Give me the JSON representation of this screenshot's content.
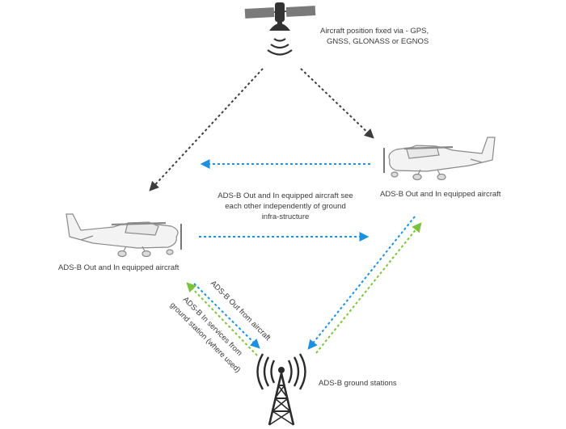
{
  "satellite": {
    "caption_lines": [
      "Aircraft position fixed via - GPS,",
      "GNSS, GLONASS or EGNOS"
    ]
  },
  "aircraft_right": {
    "label": "ADS-B Out and In equipped aircraft"
  },
  "aircraft_left": {
    "label": "ADS-B Out and In equipped aircraft"
  },
  "center_note": {
    "lines": [
      "ADS-B Out and In equipped aircraft see",
      "each other independently of ground",
      "infra-structure"
    ]
  },
  "ground": {
    "label": "ADS-B  ground stations"
  },
  "links": {
    "out_label": "ADS-B Out from aircraft",
    "in_label_lines": [
      "ADS-B In services from",
      "ground station (where used)"
    ]
  },
  "colors": {
    "satellite_link": "#3d3d3d",
    "ads_b_out": "#1e90e0",
    "ads_b_in": "#7cc23a",
    "icon": "#2b2b2b",
    "aircraft_outline": "#8a8a8a"
  }
}
